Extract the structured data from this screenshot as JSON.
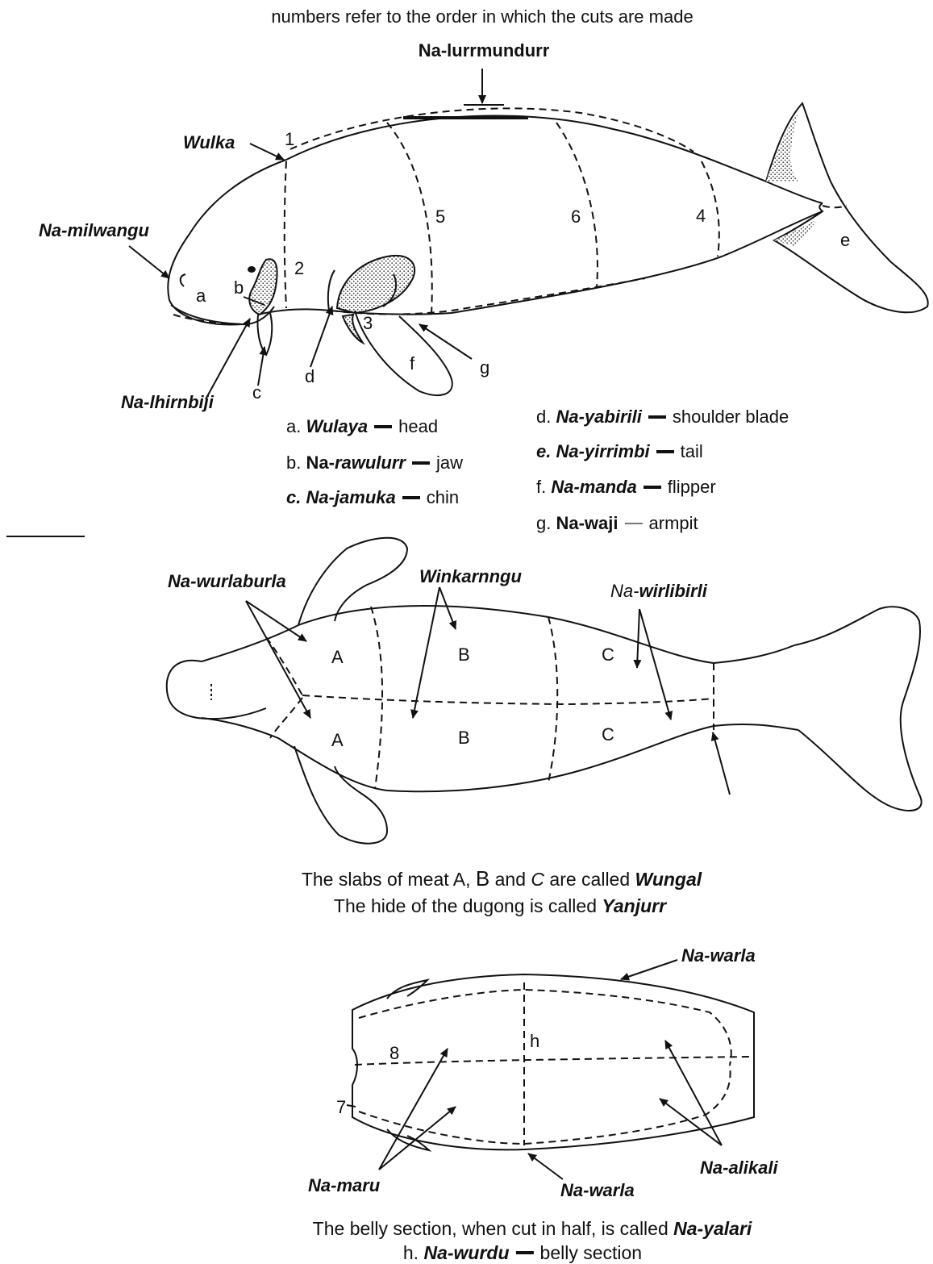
{
  "header_note": "numbers refer to the order in which the cuts are made",
  "side_view": {
    "labels": {
      "top_section": "Na-lurrmundurr",
      "neck": "Wulka",
      "snout": "Na-milwangu",
      "throat": "Na-lhirnbiji"
    },
    "cut_numbers": [
      "1",
      "2",
      "3",
      "4",
      "5",
      "6"
    ],
    "part_letters": [
      "a",
      "b",
      "c",
      "d",
      "e",
      "f",
      "g"
    ],
    "legend": [
      {
        "key": "a.",
        "term": "Wulaya",
        "meaning": "head"
      },
      {
        "key": "b.",
        "term_prefix": "Na-",
        "term": "rawulurr",
        "meaning": "jaw"
      },
      {
        "key": "c.",
        "term": "Na-jamuka",
        "meaning": "chin"
      },
      {
        "key": "d.",
        "term": "Na-yabirili",
        "meaning": "shoulder blade"
      },
      {
        "key": "e.",
        "term": "Na-yirrimbi",
        "meaning": "tail"
      },
      {
        "key": "f.",
        "term": "Na-manda",
        "meaning": "flipper"
      },
      {
        "key": "g.",
        "term": "Na-waji",
        "meaning": "armpit"
      }
    ]
  },
  "top_view": {
    "labels": {
      "left": "Na-wurlaburla",
      "middle": "Winkarnngu",
      "right_prefix": "Na-",
      "right": "wirlibirli"
    },
    "slab_letters": [
      "A",
      "B",
      "C",
      "A",
      "B",
      "C"
    ],
    "caption_line1": {
      "text_before": "The slabs of meat A,",
      "text_b": "B",
      "text_and": "and",
      "text_c": "C",
      "text_after": "are called",
      "term": "Wungal"
    },
    "caption_line2": {
      "text": "The hide of the dugong is called",
      "term": "Yanjurr"
    }
  },
  "belly_view": {
    "labels": {
      "top_edge": "Na-warla",
      "bottom_edge": "Na-warla",
      "left_flaps": "Na-maru",
      "right_parts": "Na-alikali"
    },
    "cut_numbers": [
      "7",
      "8"
    ],
    "part_letter": "h",
    "caption_line1": {
      "text": "The belly section, when cut in half, is called",
      "term": "Na-yalari"
    },
    "caption_line2": {
      "key": "h.",
      "term": "Na-wurdu",
      "meaning": "belly section"
    }
  }
}
